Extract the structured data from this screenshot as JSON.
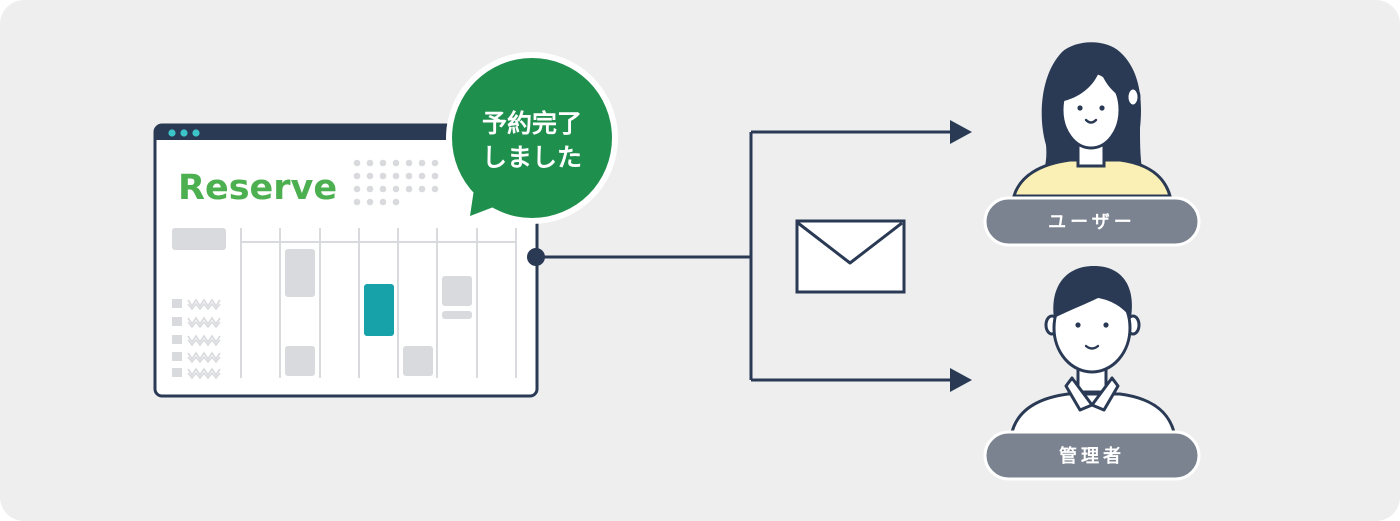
{
  "app": {
    "logo": "Reserve"
  },
  "bubble": {
    "line1": "予約完了",
    "line2": "しました"
  },
  "recipients": {
    "user_label": "ユーザー",
    "admin_label": "管理者"
  },
  "colors": {
    "background": "#EEEEEF",
    "navy": "#2A3A55",
    "brand_green": "#4CAF50",
    "bubble_green": "#1F8F4E",
    "booking_teal": "#17A2AA",
    "label_gray": "#7B8391",
    "placeholder_gray": "#D9DADD",
    "user_shirt": "#FAF0B5"
  },
  "icons": [
    "window-dots-icon",
    "envelope-icon",
    "arrow-right-icon",
    "user-avatar-icon",
    "admin-avatar-icon"
  ]
}
